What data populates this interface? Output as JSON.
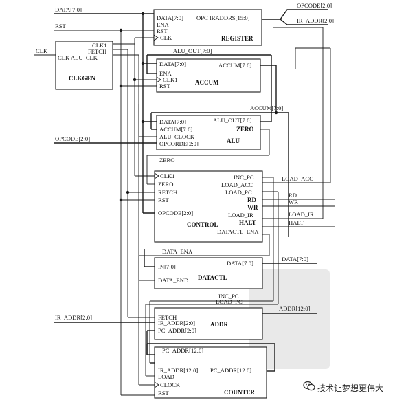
{
  "signals": {
    "data_in": "DATA[7:0]",
    "rst": "RST",
    "clk": "CLK",
    "opcode_top": "OPCODE[2:0]",
    "ir_addr_top": "IR_ADDR[2:0]",
    "alu_out": "ALU_OUT[7:0]",
    "accum": "ACCUM[7:0]",
    "opcode_alu": "OPCODE[2:0]",
    "zero": "ZERO",
    "load_acc": "LOAD_ACC",
    "rd": "RD",
    "wr": "WR",
    "load_ir": "LOAD_IR",
    "halt": "HALT",
    "data_ena": "DATA_ENA",
    "data_out": "DATA[7:0]",
    "inc_pc": "INC_PC",
    "load_pc": "LOAD_PC",
    "addr": "ADDR[12:0]",
    "ir_addr_in": "IR_ADDR[2:0]",
    "pc_addr": "PC_ADDR[12:0]"
  },
  "blocks": {
    "clkgen": {
      "name": "CLKGEN",
      "ports": [
        "CLK1",
        "FETCH",
        "CLK  ALU_CLK"
      ]
    },
    "register": {
      "name": "REGISTER",
      "ports": [
        "DATA[7:0]",
        "ENA",
        "RST",
        "CLK"
      ],
      "out": "OPC IRADDRS[15:0]"
    },
    "accum": {
      "name": "ACCUM",
      "ports": [
        "DATA[7:0]",
        "ENA",
        "CLK1",
        "RST"
      ],
      "out": "ACCUM[7:0]"
    },
    "alu": {
      "name": "ALU",
      "ports": [
        "DATA[7:0]",
        "ACCUM[7:0]",
        "ALU_CLOCK",
        "OPCORDE[2:0]"
      ],
      "out": "ALU_OUT[7:0]",
      "out2": "ZERO"
    },
    "control": {
      "name": "CONTROL",
      "ports": [
        "CLK1",
        "ZERO",
        "RETCH",
        "RST",
        "OPCODE[2:0]"
      ],
      "outs": [
        "INC_PC",
        "LOAD_ACC",
        "LOAD_PC",
        "RD",
        "WR",
        "LOAD_IR",
        "HALT",
        "DATACTL_ENA"
      ]
    },
    "datactl": {
      "name": "DATACTL",
      "ports": [
        "IN[7:0]",
        "DATA_END"
      ],
      "out": "DATA[7:0]"
    },
    "addr": {
      "name": "ADDR",
      "ports": [
        "FETCH",
        "IR_ADDR[2:0]",
        "PC_ADDR[2:0]"
      ]
    },
    "counter": {
      "name": "COUNTER",
      "ports": [
        "IR_ADDR[12:0]",
        "LOAD",
        "CLOCK",
        "RST"
      ],
      "out": "PC_ADDR[12:0]"
    }
  },
  "watermark": {
    "label": "技术让梦想更伟大",
    "icon": "wechat-icon"
  }
}
